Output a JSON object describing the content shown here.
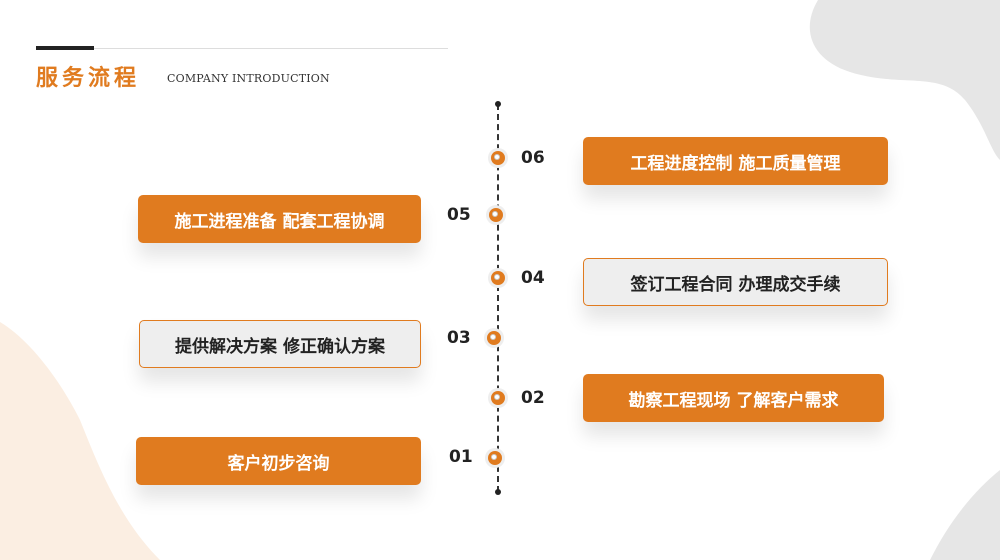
{
  "header": {
    "title": "服务流程",
    "subtitle": "COMPANY INTRODUCTION"
  },
  "colors": {
    "accent": "#e07b1f",
    "box_gray": "#eeeeee",
    "text_dark": "#222222"
  },
  "steps": [
    {
      "num": "01",
      "label": "客户初步咨询",
      "style": "orange"
    },
    {
      "num": "02",
      "label": "勘察工程现场 了解客户需求",
      "style": "orange"
    },
    {
      "num": "03",
      "label": "提供解决方案 修正确认方案",
      "style": "gray"
    },
    {
      "num": "04",
      "label": "签订工程合同 办理成交手续",
      "style": "gray"
    },
    {
      "num": "05",
      "label": "施工进程准备 配套工程协调",
      "style": "orange"
    },
    {
      "num": "06",
      "label": "工程进度控制 施工质量管理",
      "style": "orange"
    }
  ]
}
